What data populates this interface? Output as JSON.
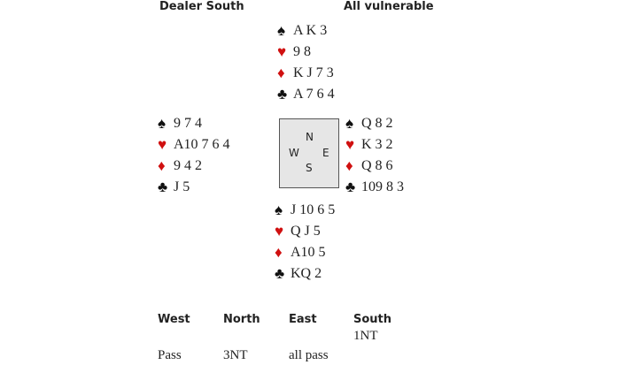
{
  "header": {
    "dealer": "Dealer South",
    "vulnerability": "All vulnerable"
  },
  "colors": {
    "red_suit": "#d01010",
    "black_suit": "#111111"
  },
  "hands": {
    "north": {
      "spades": "A K 3",
      "hearts": "9 8",
      "diamonds": "K J 7 3",
      "clubs": "A 7 6 4"
    },
    "west": {
      "spades": "9 7 4",
      "hearts": "A10 7 6 4",
      "diamonds": "9 4 2",
      "clubs": "J 5"
    },
    "east": {
      "spades": "Q 8 2",
      "hearts": "K 3 2",
      "diamonds": "Q 8 6",
      "clubs": "109 8 3"
    },
    "south": {
      "spades": "J 10 6 5",
      "hearts": "Q J 5",
      "diamonds": "A10 5",
      "clubs": "KQ 2"
    }
  },
  "compass": {
    "n": "N",
    "e": "E",
    "s": "S",
    "w": "W"
  },
  "suits": {
    "spades": "♠",
    "hearts": "♥",
    "diamonds": "♦",
    "clubs": "♣"
  },
  "bidding": {
    "headers": [
      "West",
      "North",
      "East",
      "South"
    ],
    "row1": [
      "",
      "",
      "",
      "1NT"
    ],
    "row2": [
      "Pass",
      "3NT",
      "all pass",
      ""
    ]
  }
}
